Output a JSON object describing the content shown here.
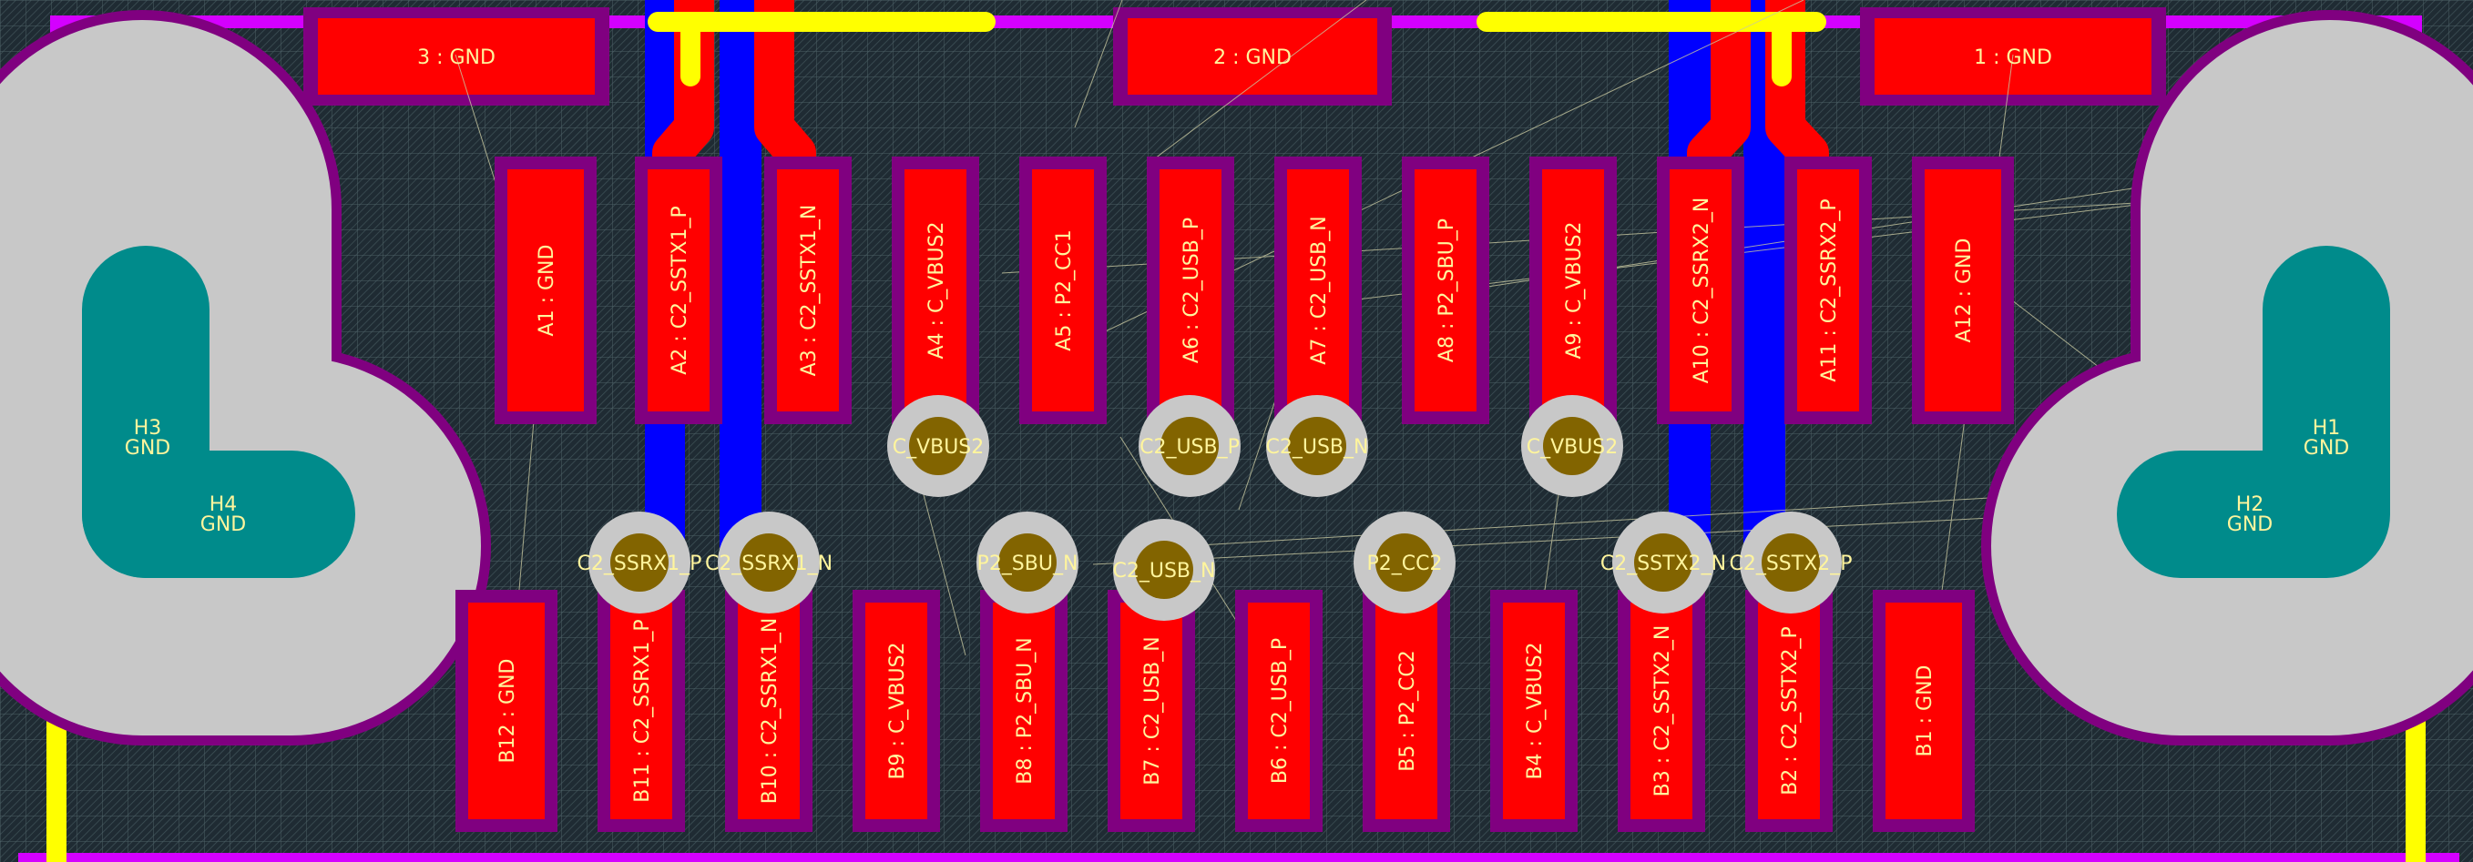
{
  "colors": {
    "background": "#1f2b33",
    "grid": "#4d6066",
    "hatch": "#3f5258",
    "pad_top": "#ff0000",
    "pad_mask": "#800080",
    "trace_bottom": "#0000ff",
    "outline": "#d400ff",
    "silk": "#ffff00",
    "via_ring": "#c8c8c8",
    "via_hole": "#826400",
    "mount_hole": "#008b8b",
    "label": "#fff59d",
    "ratsnest": "#c8c8a0"
  },
  "shield_pads": [
    {
      "label": "3 : GND"
    },
    {
      "label": "2 : GND"
    },
    {
      "label": "1 : GND"
    }
  ],
  "row_a_pads": [
    {
      "label": "A1 : GND"
    },
    {
      "label": "A2 : C2_SSTX1_P"
    },
    {
      "label": "A3 : C2_SSTX1_N"
    },
    {
      "label": "A4 : C_VBUS2"
    },
    {
      "label": "A5 : P2_CC1"
    },
    {
      "label": "A6 : C2_USB_P"
    },
    {
      "label": "A7 : C2_USB_N"
    },
    {
      "label": "A8 : P2_SBU_P"
    },
    {
      "label": "A9 : C_VBUS2"
    },
    {
      "label": "A10 : C2_SSRX2_N"
    },
    {
      "label": "A11 : C2_SSRX2_P"
    },
    {
      "label": "A12 : GND"
    }
  ],
  "row_b_pads": [
    {
      "label": "B12 : GND"
    },
    {
      "label": "B11 : C2_SSRX1_P"
    },
    {
      "label": "B10 : C2_SSRX1_N"
    },
    {
      "label": "B9 : C_VBUS2"
    },
    {
      "label": "B8 : P2_SBU_N"
    },
    {
      "label": "B7 : C2_USB_N"
    },
    {
      "label": "B6 : C2_USB_P"
    },
    {
      "label": "B5 : P2_CC2"
    },
    {
      "label": "B4 : C_VBUS2"
    },
    {
      "label": "B3 : C2_SSTX2_N"
    },
    {
      "label": "B2 : C2_SSTX2_P"
    },
    {
      "label": "B1 : GND"
    }
  ],
  "vias_upper": [
    {
      "label": "C_VBUS2"
    },
    {
      "label": "C2_USB_P"
    },
    {
      "label": "C2_USB_N"
    },
    {
      "label": "C_VBUS2"
    }
  ],
  "vias_lower": [
    {
      "label": "C2_SSRX1_P"
    },
    {
      "label": "C2_SSRX1_N"
    },
    {
      "label": "P2_SBU_N"
    },
    {
      "label": "C2_USB_N"
    },
    {
      "label": "P2_CC2"
    },
    {
      "label": "C2_SSTX2_N"
    },
    {
      "label": "C2_SSTX2_P"
    }
  ],
  "mount_holes": [
    {
      "name": "H3",
      "net": "GND"
    },
    {
      "name": "H4",
      "net": "GND"
    },
    {
      "name": "H1",
      "net": "GND"
    },
    {
      "name": "H2",
      "net": "GND"
    }
  ]
}
